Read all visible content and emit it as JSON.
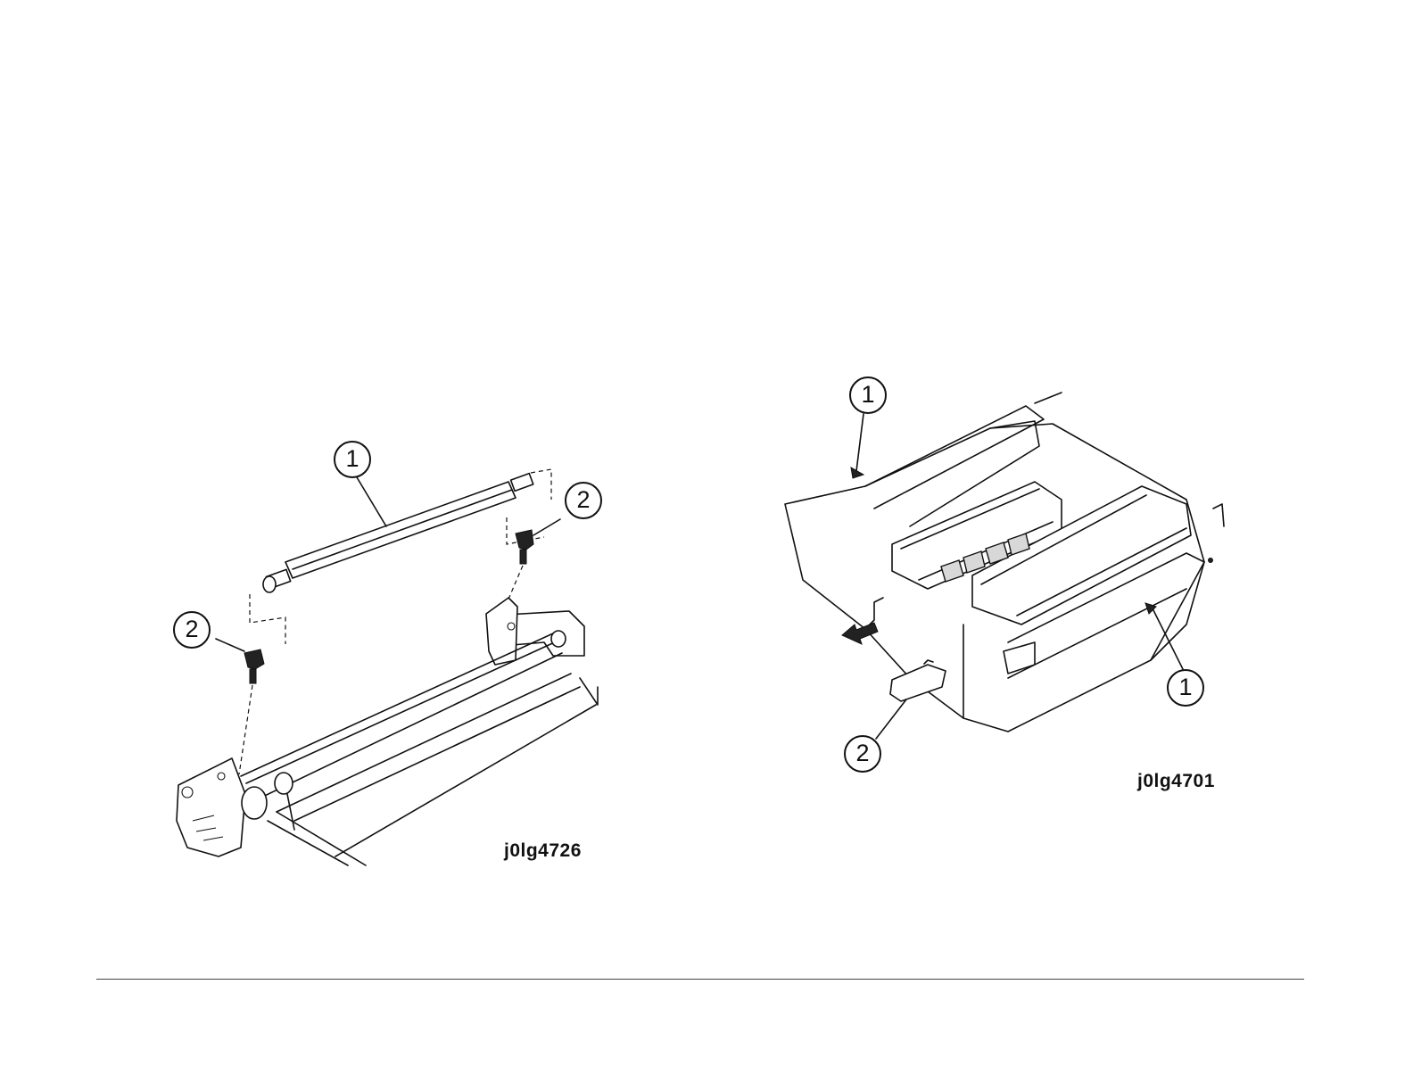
{
  "figures": [
    {
      "id_label": "j0lg4726",
      "callouts": [
        {
          "label": "1"
        },
        {
          "label": "2"
        },
        {
          "label": "2"
        }
      ]
    },
    {
      "id_label": "j0lg4701",
      "callouts": [
        {
          "label": "1"
        },
        {
          "label": "1"
        },
        {
          "label": "2"
        }
      ]
    }
  ]
}
